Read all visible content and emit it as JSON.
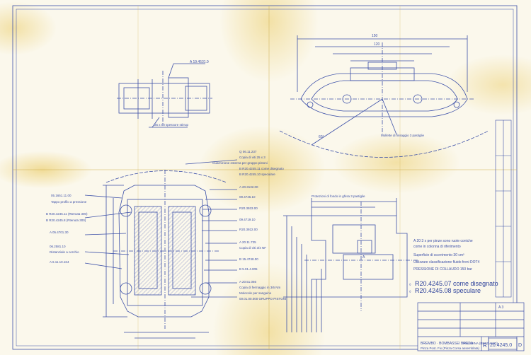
{
  "top_view": {
    "callout_top": "A 19.4531.0",
    "callout_bottom": "25 x 08 spessore stirrup"
  },
  "front_view": {
    "angle_label": "Mollette di fissaggio 3 pastiglie",
    "angle_value": "60°"
  },
  "main_view": {
    "left_labels": [
      "05.1651.11.00",
      "Tappo profilo a pressione",
      "B R20.4245.11 (Rtenuta 300)",
      "B R20.4245.8 (Rtenuta 300)",
      "A 05.4701.30",
      "06.2581.10",
      "Distanziale a cerchio",
      "A 6.11.10.164"
    ],
    "right_labels": [
      "Q 06.11.237",
      "Copia di viti 25 x 3",
      "Guarnizione esterna per gruppo pistoni",
      "B R20.4245.11 come disegnato",
      "B R20.4245.10 speculare",
      "A 20.3132.00",
      "09.4746.10",
      "R20.3933.00",
      "09.4719.10",
      "R20.3922.00",
      "A 20.11.725",
      "Copia di viti 3/4 NF",
      "B 15.4748.00",
      "B 5.01.4.005",
      "A 20.51.066",
      "Copia di fermaggio in 3/6 Nm",
      "Molecole per sanguino",
      "00.01.00.000 GRUPPO PISTONI"
    ]
  },
  "side_view": {
    "top_note": "Protezioni di fondo in ghisa 3 pastiglie",
    "notes": [
      "A 20 3 x per pinze sono ruote coniche",
      "come in colonna di riferimento",
      "Superficie di scorrimento 30 cm²",
      "Utilizzare classificazione fluido freni DOT4",
      "PRESSIONE DI COLLAUDO 150 bar"
    ],
    "variants": [
      "R20.4245.07 come disegnato",
      "R20.4245.08 speculare"
    ]
  },
  "title_block": {
    "company": "BREMBO · BOMBASSEI BREDA",
    "location": "PALADINA (BERGAMO)",
    "part_name": "Pinza Post. Fix (Pinza Corsa assemblata)",
    "drawing_number": "20.4245.0",
    "sheet_letter": "R",
    "revision_letter": "D",
    "format": "A 3"
  }
}
